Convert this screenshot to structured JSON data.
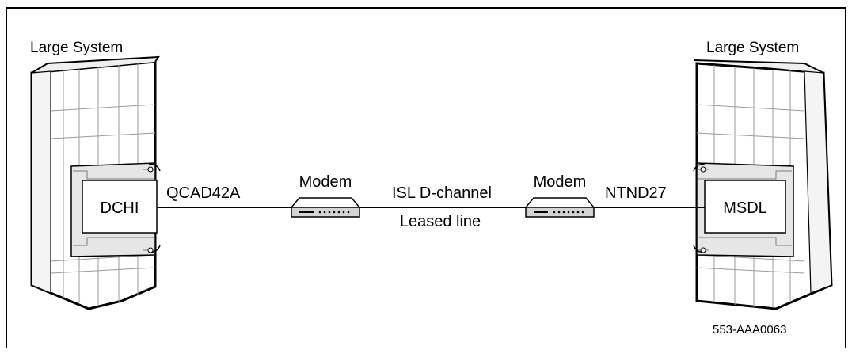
{
  "diagram": {
    "left_system": {
      "title": "Large System",
      "card_label": "DCHI"
    },
    "right_system": {
      "title": "Large System",
      "card_label": "MSDL"
    },
    "left_cable_label": "QCAD42A",
    "right_cable_label": "NTND27",
    "left_modem_label": "Modem",
    "right_modem_label": "Modem",
    "link_label": "ISL D-channel",
    "line_label": "Leased line",
    "figure_id": "553-AAA0063"
  },
  "colors": {
    "line": "#000000",
    "background": "#ffffff",
    "cabinet_shade": "#e6e6e6",
    "modem_fill": "#d4d4d4"
  }
}
